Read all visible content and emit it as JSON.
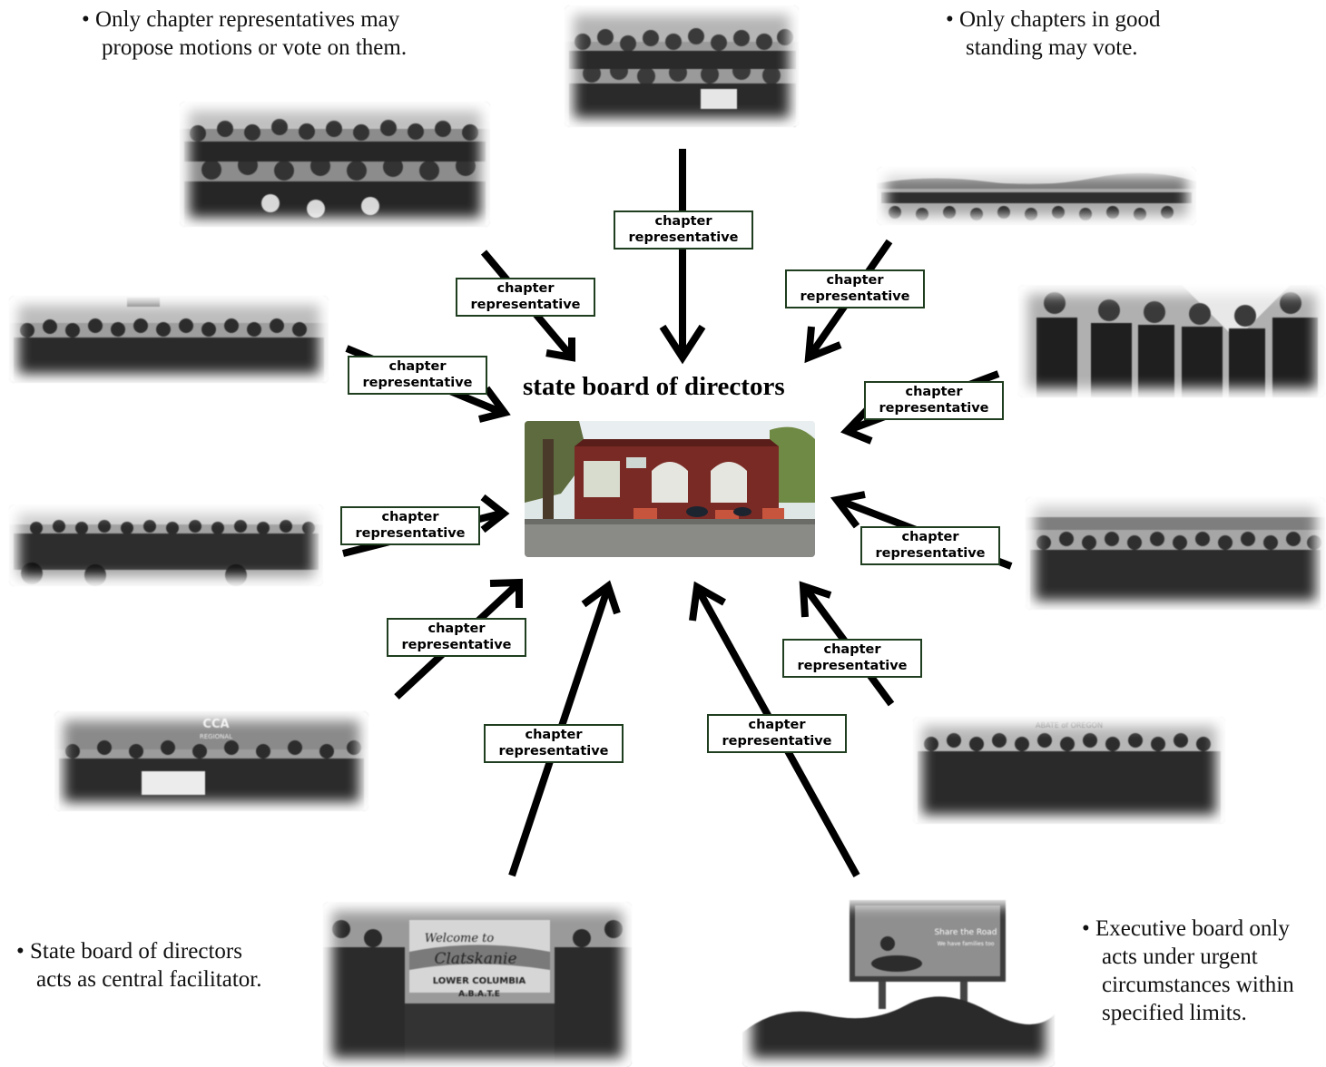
{
  "notes": {
    "top_left": [
      "• Only chapter representatives may",
      "propose motions or vote on them."
    ],
    "top_right": [
      "• Only chapters in good",
      "standing may vote."
    ],
    "bottom_left": [
      "• State board of directors",
      "acts as central facilitator."
    ],
    "bottom_right": [
      "• Executive board only",
      "acts under urgent",
      "circumstances within",
      "specified limits."
    ]
  },
  "center": {
    "title": "state board of directors"
  },
  "edge_label": {
    "line1": "chapter",
    "line2": "representative"
  },
  "chapter_photos": [
    "chapter-photo-top",
    "chapter-photo-upper-left",
    "chapter-photo-upper-right",
    "chapter-photo-left-1",
    "chapter-photo-right-1",
    "chapter-photo-left-2",
    "chapter-photo-right-2",
    "chapter-photo-left-3",
    "chapter-photo-right-3",
    "chapter-photo-bottom-left",
    "chapter-photo-bottom-right"
  ],
  "photo_texts": {
    "cca_sign": "CCA",
    "cca_sub": "REGIONAL",
    "welcome_1": "Welcome to",
    "welcome_2": "Clatskanie",
    "welcome_3": "LOWER COLUMBIA",
    "welcome_4": "A.B.A.T.E",
    "billboard_1": "Share the Road",
    "billboard_2": "We have families too",
    "abate_banner": "ABATE of OREGON"
  },
  "colors": {
    "arrow": "#000000",
    "label_border": "#1f3d1f"
  }
}
